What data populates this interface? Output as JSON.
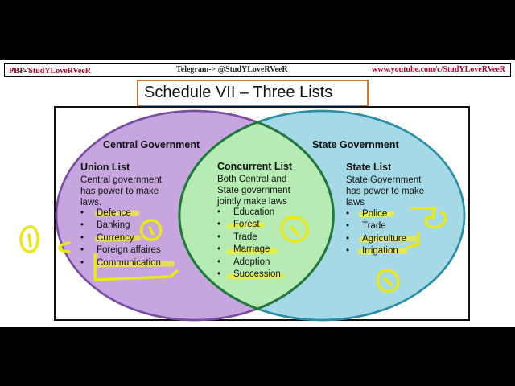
{
  "header": {
    "pdf_prefix": "PDF->",
    "pdf_fb": "FB-> StudYLoveRVeeR",
    "telegram": "Telegram-> @StudYLoveRVeeR",
    "youtube": "www.youtube.com/c/StudYLoveRVeeR"
  },
  "title": "Schedule VII – Three Lists",
  "union": {
    "government": "Central Government",
    "list_title": "Union List",
    "desc_lines": [
      "Central government",
      "has power to make",
      "laws."
    ],
    "bullet": "•",
    "items": [
      "Defence",
      "Banking",
      "Currency",
      "Foreign affaires",
      "Communication"
    ]
  },
  "concurrent": {
    "list_title": "Concurrent List",
    "desc_lines": [
      "Both Central and",
      "State government",
      "jointly make laws"
    ],
    "bullet": "•",
    "items": [
      "Education",
      "Forest",
      "Trade",
      "Marriage",
      "Adoption",
      "Succession"
    ]
  },
  "state": {
    "government": "State Government",
    "list_title": "State List",
    "desc_lines": [
      "State Government",
      "has power to make",
      "laws"
    ],
    "bullet": "•",
    "items": [
      "Police",
      "Trade",
      "Agriculture",
      "Irrigation"
    ]
  },
  "colors": {
    "union_fill": "#c7a5de",
    "union_stroke": "#7a4ea3",
    "state_fill": "#a6d9e6",
    "state_stroke": "#2a8ea6",
    "overlap_fill": "#b6ecb4",
    "overlap_stroke": "#1f7a3a",
    "highlight": "#f2ef2a",
    "annotation": "#e8e81a"
  }
}
